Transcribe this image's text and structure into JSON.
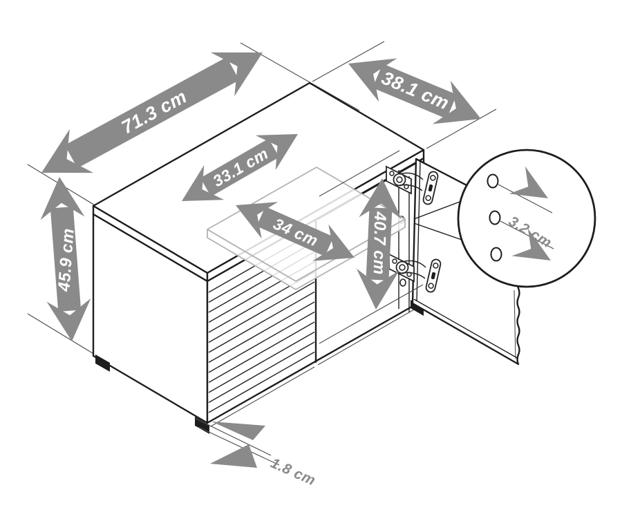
{
  "figure": {
    "type": "furniture-dimension-diagram",
    "unit": "cm"
  },
  "dimensions": {
    "width": {
      "label": "71.3 cm",
      "value": 71.3
    },
    "depth": {
      "label": "38.1 cm",
      "value": 38.1
    },
    "height": {
      "label": "45.9 cm",
      "value": 45.9
    },
    "shelf_width": {
      "label": "33.1 cm",
      "value": 33.1
    },
    "shelf_depth": {
      "label": "34 cm",
      "value": 34
    },
    "interior_height": {
      "label": "40.7 cm",
      "value": 40.7
    },
    "hole_spacing": {
      "label": "3.2 cm",
      "value": 3.2
    },
    "panel_thickness": {
      "label": "1.8 cm",
      "value": 1.8
    }
  },
  "colors": {
    "arrow": "#8a8a8a",
    "outline": "#1d1d1d",
    "construction_line": "#4a4a4a",
    "ghost_outline": "#b2b2b2",
    "label_on_arrow": "#ffffff",
    "label_plain": "#8a8a8a",
    "background": "#ffffff"
  }
}
